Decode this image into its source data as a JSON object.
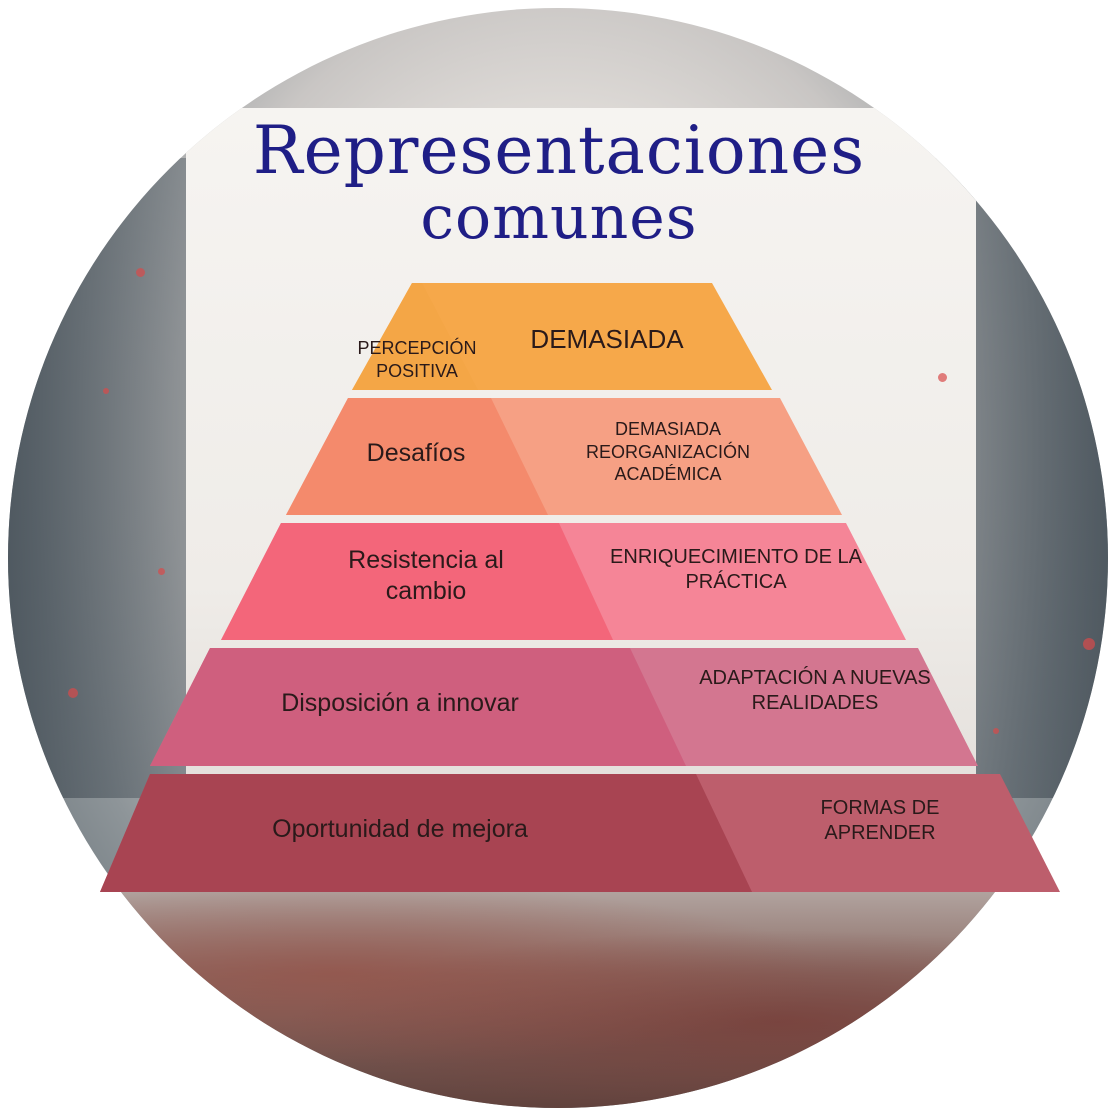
{
  "title": {
    "line1": "Representaciones",
    "line2": "comunes"
  },
  "pyramid": [
    {
      "left_text": "PERCEPCIÓN POSITIVA",
      "right_text": "DEMASIADA",
      "color_left": "#f4a646",
      "color_right": "#f6a84a"
    },
    {
      "left_text": "Desafíos",
      "right_text": "DEMASIADA REORGANIZACIÓN ACADÉMICA",
      "color_left": "#f48a6c",
      "color_right": "#f6a084"
    },
    {
      "left_text": "Resistencia al cambio",
      "right_text": "ENRIQUECIMIENTO DE LA PRÁCTICA",
      "color_left": "#f3667a",
      "color_right": "#f58597"
    },
    {
      "left_text": "Disposición a innovar",
      "right_text": "ADAPTACIÓN A NUEVAS REALIDADES",
      "color_left": "#cf5f7e",
      "color_right": "#d37690"
    },
    {
      "left_text": "Oportunidad de mejora",
      "right_text": "FORMAS DE APRENDER",
      "color_left": "#a84452",
      "color_right": "#bd5e6c"
    }
  ]
}
